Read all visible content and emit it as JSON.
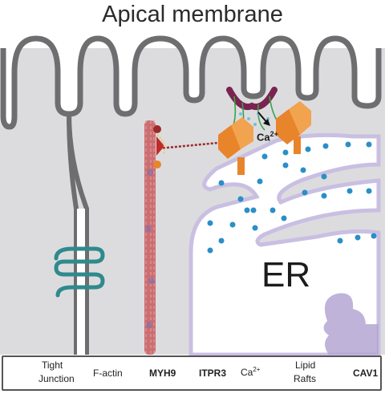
{
  "title": "Apical membrane",
  "labels": {
    "er": "ER",
    "calcium_base": "Ca",
    "calcium_charge": "2+"
  },
  "legend": {
    "tight_junction_line1": "Tight",
    "tight_junction_line2": "Junction",
    "f_actin": "F-actin",
    "myh9": "MYH9",
    "itpr3": "ITPR3",
    "ca_base": "Ca",
    "ca_charge": "2+",
    "lipid_rafts_line1": "Lipid",
    "lipid_rafts_line2": "Rafts",
    "cav1": "CAV1"
  },
  "colors": {
    "cytoplasm": "#dcdcde",
    "membrane": "#6e6e70",
    "er_fill": "#ffffff",
    "er_outline": "#c9bfe2",
    "calcium": "#2a8fc6",
    "tight_junction": "#2f8a8c",
    "f_actin": "#c85a5e",
    "myh9": "#9b2a2a",
    "itpr3": "#e8842a",
    "lipid_raft": "#7a2350",
    "cav1": "#3aa24a",
    "vesicle": "#a898c8"
  }
}
